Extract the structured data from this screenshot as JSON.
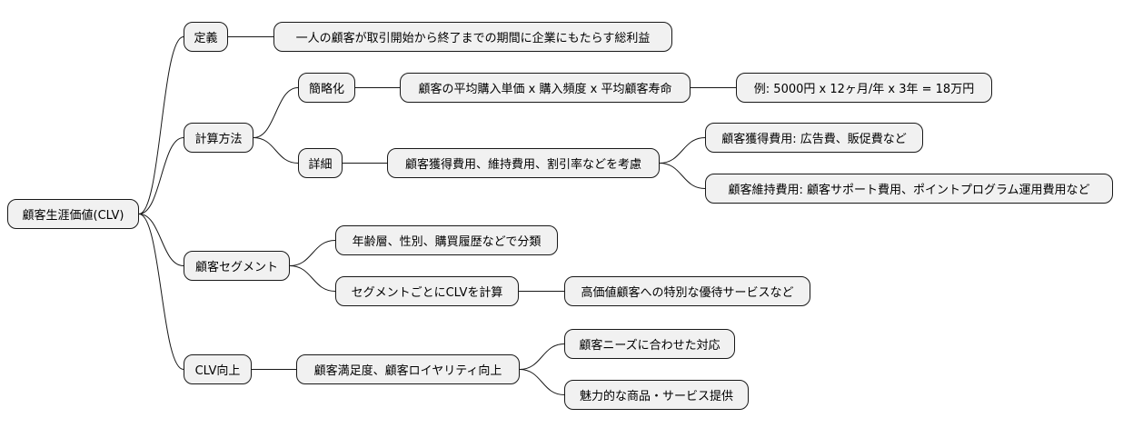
{
  "mindmap": {
    "root": {
      "id": "root",
      "label": "顧客生涯価値(CLV)",
      "children": [
        {
          "id": "definition",
          "label": "定義",
          "children": [
            {
              "id": "definition-text",
              "label": "一人の顧客が取引開始から終了までの期間に企業にもたらす総利益"
            }
          ]
        },
        {
          "id": "calc",
          "label": "計算方法",
          "children": [
            {
              "id": "simplified",
              "label": "簡略化",
              "children": [
                {
                  "id": "simplified-formula",
                  "label": "顧客の平均購入単価 x 購入頻度 x 平均顧客寿命",
                  "children": [
                    {
                      "id": "simplified-example",
                      "label": "例: 5000円 x 12ヶ月/年 x 3年 = 18万円"
                    }
                  ]
                }
              ]
            },
            {
              "id": "detail",
              "label": "詳細",
              "children": [
                {
                  "id": "detail-factors",
                  "label": "顧客獲得費用、維持費用、割引率などを考慮",
                  "children": [
                    {
                      "id": "acquisition-cost",
                      "label": "顧客獲得費用: 広告費、販促費など"
                    },
                    {
                      "id": "retention-cost",
                      "label": "顧客維持費用: 顧客サポート費用、ポイントプログラム運用費用など"
                    }
                  ]
                }
              ]
            }
          ]
        },
        {
          "id": "segment",
          "label": "顧客セグメント",
          "children": [
            {
              "id": "segment-split",
              "label": "年齢層、性別、購買履歴などで分類"
            },
            {
              "id": "segment-calc",
              "label": "セグメントごとにCLVを計算",
              "children": [
                {
                  "id": "segment-service",
                  "label": "高価値顧客への特別な優待サービスなど"
                }
              ]
            }
          ]
        },
        {
          "id": "improve",
          "label": "CLV向上",
          "children": [
            {
              "id": "improve-satisfaction",
              "label": "顧客満足度、顧客ロイヤリティ向上",
              "children": [
                {
                  "id": "improve-needs",
                  "label": "顧客ニーズに合わせた対応"
                },
                {
                  "id": "improve-products",
                  "label": "魅力的な商品・サービス提供"
                }
              ]
            }
          ]
        }
      ]
    }
  }
}
